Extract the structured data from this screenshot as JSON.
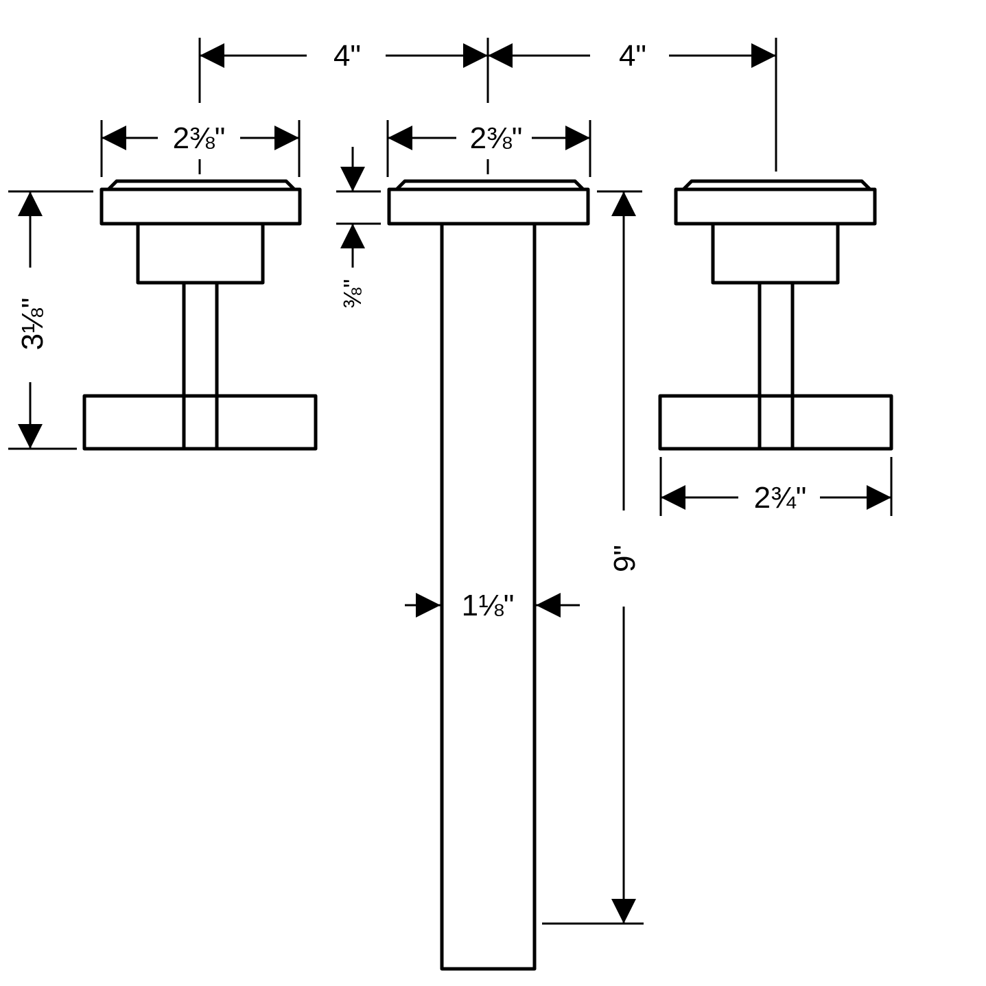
{
  "diagram": {
    "dimensions": {
      "spacing_left": "4\"",
      "spacing_right": "4\"",
      "handle_left_width": "2⅜\"",
      "spout_flange_width": "2⅜\"",
      "handle_left_height": "3⅛\"",
      "flange_thickness": "⅜\"",
      "spout_length": "9\"",
      "spout_width": "1⅛\"",
      "handle_right_width": "2¾\""
    }
  }
}
